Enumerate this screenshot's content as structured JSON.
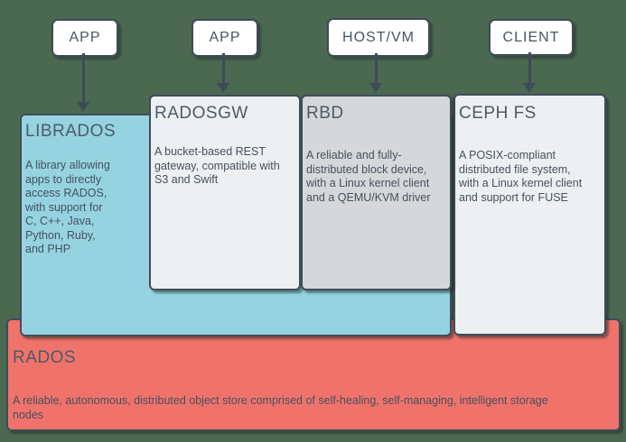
{
  "palette": {
    "background": "#4a6950",
    "border": "#414c5a",
    "arrow": "#3f4a58",
    "node_fill": "#ffffff",
    "heading_text": "#4e5a67",
    "body_text": "#45515f"
  },
  "top_nodes": [
    {
      "label": "APP"
    },
    {
      "label": "APP"
    },
    {
      "label": "HOST/VM"
    },
    {
      "label": "CLIENT"
    }
  ],
  "connectors": [
    {
      "from": "APP",
      "to": "LIBRADOS"
    },
    {
      "from": "APP",
      "to": "RADOSGW"
    },
    {
      "from": "HOST/VM",
      "to": "RBD"
    },
    {
      "from": "CLIENT",
      "to": "CEPH FS"
    }
  ],
  "components": [
    {
      "title": "LIBRADOS",
      "description": "A library allowing\napps to directly\naccess RADOS,\nwith support for\nC, C++, Java,\nPython, Ruby,\nand PHP",
      "fill": "#95d3e0"
    },
    {
      "title": "RADOSGW",
      "description": "A bucket-based REST\ngateway, compatible with\nS3 and Swift",
      "fill": "#edf0f1"
    },
    {
      "title": "RBD",
      "description": "A reliable and fully-\ndistributed block device,\nwith a Linux kernel client\nand a QEMU/KVM driver",
      "fill": "#d5d8d9"
    },
    {
      "title": "CEPH FS",
      "description": "A POSIX-compliant\ndistributed file system,\nwith a Linux kernel client\nand support for FUSE",
      "fill": "#edf0f1"
    },
    {
      "title": "RADOS",
      "description": "A reliable, autonomous, distributed object store comprised of self-healing, self-managing, intelligent storage\nnodes",
      "fill": "#f0736b"
    }
  ]
}
